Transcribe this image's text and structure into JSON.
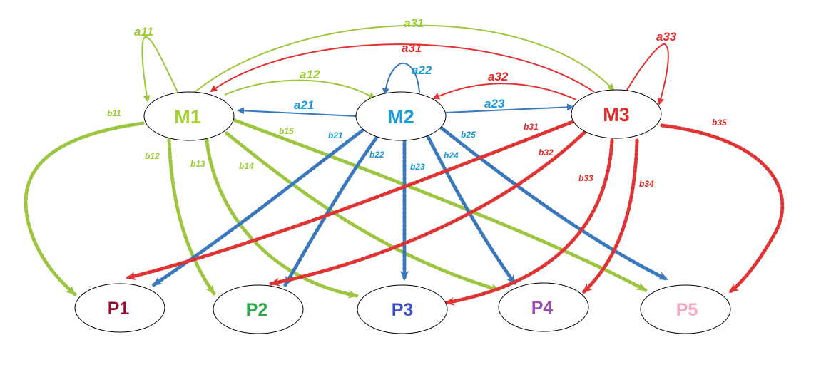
{
  "colors": {
    "m1": "#9dc640",
    "m2": "#3a78bd",
    "m3": "#e03434",
    "m1_text": "#9acd32",
    "m2_text": "#1a9ad6",
    "m3_text": "#e02a2a"
  },
  "nodes": {
    "M1": {
      "label": "M1",
      "color": "#a6d133"
    },
    "M2": {
      "label": "M2",
      "color": "#1a9ad6"
    },
    "M3": {
      "label": "M3",
      "color": "#e02a2a"
    },
    "P1": {
      "label": "P1",
      "color": "#8b1030"
    },
    "P2": {
      "label": "P2",
      "color": "#2aa84a"
    },
    "P3": {
      "label": "P3",
      "color": "#3a4fc8"
    },
    "P4": {
      "label": "P4",
      "color": "#9b4fb0"
    },
    "P5": {
      "label": "P5",
      "color": "#f4a6c4"
    }
  },
  "labels": {
    "a11": "a11",
    "a12": "a12",
    "a21": "a21",
    "a22": "a22",
    "a23": "a23",
    "a31_top": "a31",
    "a31_red": "a31",
    "a32": "a32",
    "a33": "a33",
    "b11": "b11",
    "b12": "b12",
    "b13": "b13",
    "b14": "b14",
    "b15": "b15",
    "b21": "b21",
    "b22": "b22",
    "b23": "b23",
    "b24": "b24",
    "b25": "b25",
    "b31": "b31",
    "b32": "b32",
    "b33": "b33",
    "b34": "b34",
    "b35": "b35"
  }
}
